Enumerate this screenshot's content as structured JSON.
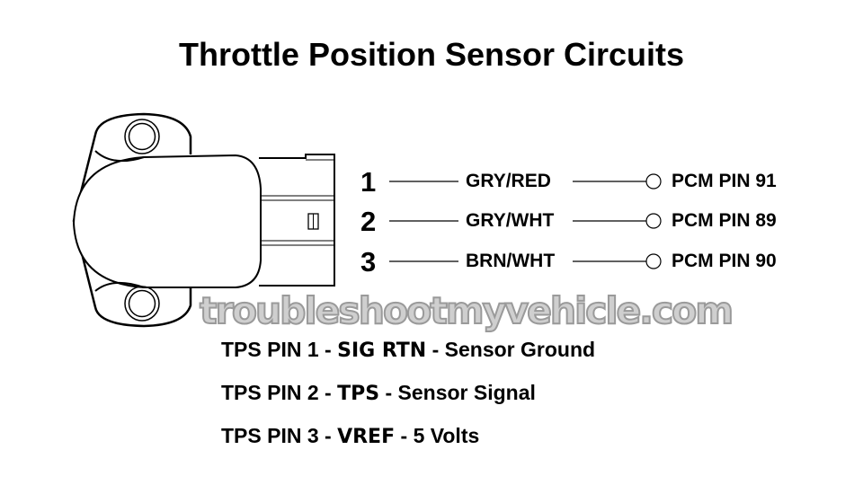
{
  "title": "Throttle Position Sensor Circuits",
  "circuits": [
    {
      "pin": "1",
      "wire": "GRY/RED",
      "pcm": "PCM PIN 91"
    },
    {
      "pin": "2",
      "wire": "GRY/WHT",
      "pcm": "PCM PIN 89"
    },
    {
      "pin": "3",
      "wire": "BRN/WHT",
      "pcm": "PCM PIN 90"
    }
  ],
  "descriptions": [
    {
      "prefix": "TPS PIN 1 - ",
      "name": "SIG RTN",
      "suffix": " - Sensor Ground"
    },
    {
      "prefix": "TPS PIN 2 - ",
      "name": "TPS",
      "suffix": " - Sensor Signal"
    },
    {
      "prefix": "TPS PIN 3 - ",
      "name": "VREF",
      "suffix": " - 5 Volts"
    }
  ],
  "watermark": "troubleshootmyvehicle.com"
}
